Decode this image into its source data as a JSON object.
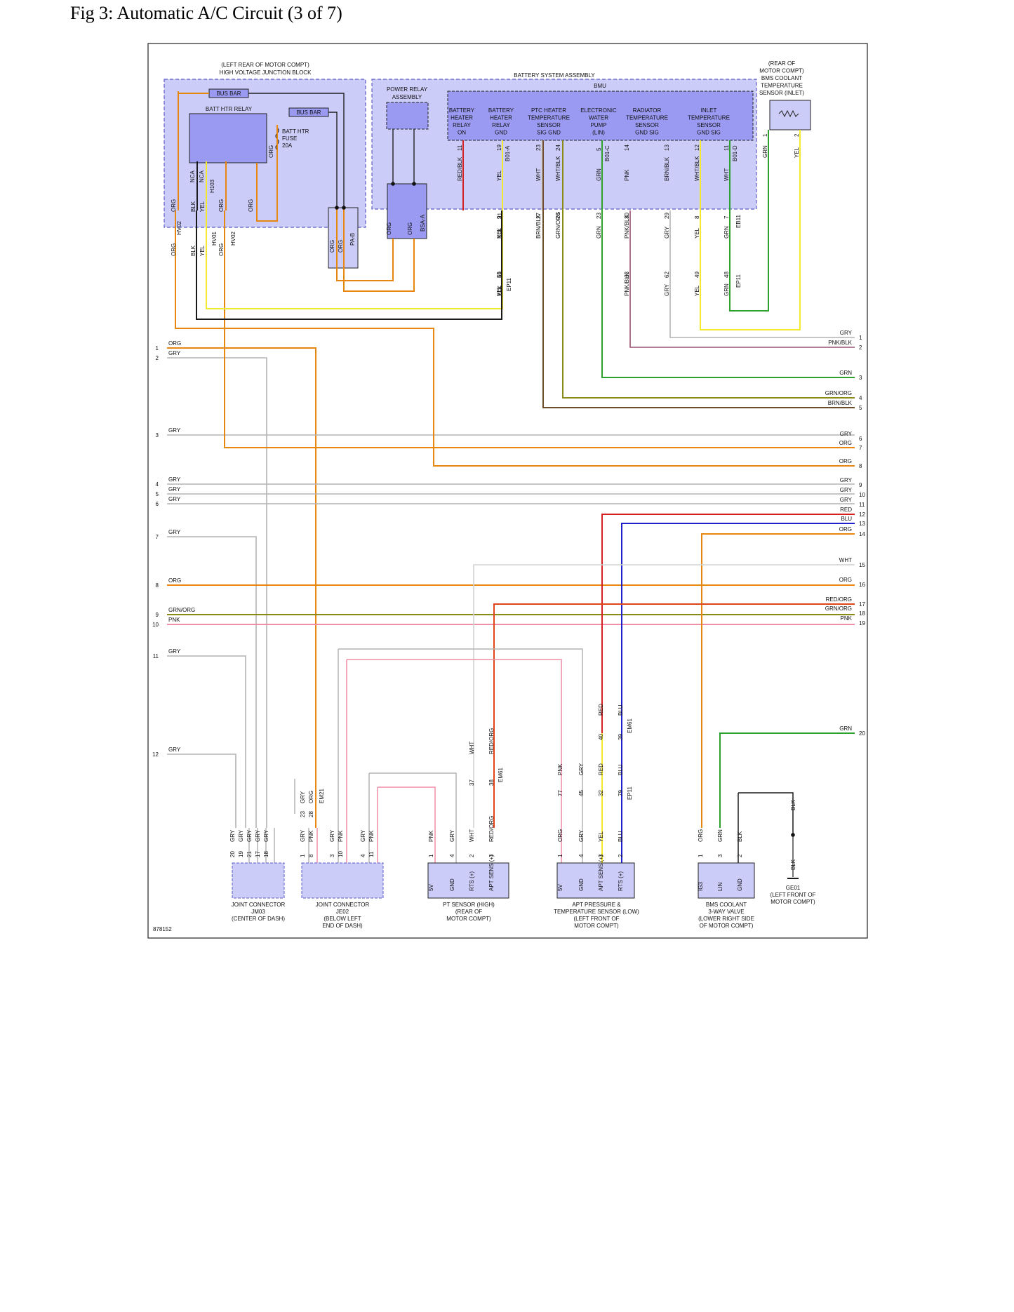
{
  "page": {
    "title": "Fig 3: Automatic A/C Circuit (3 of 7)",
    "figure_id": "878152"
  },
  "colors": {
    "ORG": "#e8870e",
    "GRY": "#b4b4b4",
    "YEL": "#f2ea2a",
    "BLK": "#1a1a1a",
    "GRN": "#2ea02e",
    "RED": "#d42020",
    "BLU": "#2020c8",
    "PNK": "#ef8ea6",
    "WHT": "#d2d2d2",
    "BRN": "#6b4d2c",
    "OLIVE": "#8a8a16",
    "box_fill": "#ccccf8",
    "box_border": "#5a5ac8",
    "comp_fill": "#9a9af2"
  },
  "labels": {
    "hv_junction": "(LEFT REAR OF MOTOR COMPT)",
    "hv_junction2": "HIGH VOLTAGE JUNCTION BLOCK",
    "bus_bar": "BUS BAR",
    "batt_htr_relay": "BATT HTR RELAY",
    "batt_htr_fuse1": "BATT HTR",
    "batt_htr_fuse2": "FUSE",
    "batt_htr_fuse3": "20A",
    "power_relay1": "POWER RELAY",
    "power_relay2": "ASSEMBLY",
    "battery_system": "BATTERY SYSTEM ASSEMBLY",
    "bmu": "BMU",
    "bms_sensor": [
      "(REAR OF",
      "MOTOR COMPT)",
      "BMS COOLANT",
      "TEMPERATURE",
      "SENSOR (INLET)"
    ],
    "jm03": [
      "JOINT CONNECTOR",
      "JM03",
      "(CENTER OF DASH)"
    ],
    "je02": [
      "JOINT CONNECTOR",
      "JE02",
      "(BELOW LEFT",
      "END OF DASH)"
    ],
    "pt_sensor": [
      "PT SENSOR (HIGH)",
      "(REAR OF",
      "MOTOR COMPT)"
    ],
    "apt_sensor": [
      "APT PRESSURE &",
      "TEMPERATURE SENSOR (LOW)",
      "(LEFT FRONT OF",
      "MOTOR COMPT)"
    ],
    "bms_valve": [
      "BMS COOLANT",
      "3-WAY VALVE",
      "(LOWER RIGHT SIDE",
      "OF MOTOR COMPT)"
    ],
    "ge01": [
      "GE01",
      "(LEFT FRONT OF",
      "MOTOR COMPT)"
    ]
  },
  "bmu_sections": [
    {
      "lines": [
        "BATTERY",
        "HEATER",
        "RELAY",
        "ON"
      ]
    },
    {
      "lines": [
        "BATTERY",
        "HEATER",
        "RELAY",
        "GND"
      ]
    },
    {
      "lines": [
        "PTC HEATER",
        "TEMPERATURE",
        "SENSOR",
        "SIG   GND"
      ]
    },
    {
      "lines": [
        "ELECTRONIC",
        "WATER",
        "PUMP",
        "(LIN)"
      ]
    },
    {
      "lines": [
        "RADIATOR",
        "TEMPERATURE",
        "SENSOR",
        "GND           SIG"
      ]
    },
    {
      "lines": [
        "INLET",
        "TEMPERATURE",
        "SENSOR",
        "GND      SIG"
      ]
    }
  ],
  "left_entries": [
    {
      "num": "1",
      "label": "ORG"
    },
    {
      "num": "2",
      "label": "GRY"
    },
    {
      "num": "3",
      "label": "GRY"
    },
    {
      "num": "4",
      "label": "GRY"
    },
    {
      "num": "5",
      "label": "GRY"
    },
    {
      "num": "6",
      "label": "GRY"
    },
    {
      "num": "7",
      "label": "GRY"
    },
    {
      "num": "8",
      "label": "ORG"
    },
    {
      "num": "9",
      "label": "GRN/ORG"
    },
    {
      "num": "10",
      "label": "PNK"
    },
    {
      "num": "11",
      "label": "GRY"
    },
    {
      "num": "12",
      "label": "GRY"
    }
  ],
  "right_entries": [
    {
      "num": "1",
      "label": "GRY"
    },
    {
      "num": "2",
      "label": "PNK/BLK"
    },
    {
      "num": "3",
      "label": "GRN"
    },
    {
      "num": "4",
      "label": "GRN/ORG"
    },
    {
      "num": "5",
      "label": "BRN/BLK"
    },
    {
      "num": "6",
      "label": "GRY"
    },
    {
      "num": "7",
      "label": "ORG"
    },
    {
      "num": "8",
      "label": "ORG"
    },
    {
      "num": "9",
      "label": "GRY"
    },
    {
      "num": "10",
      "label": "GRY"
    },
    {
      "num": "11",
      "label": "GRY"
    },
    {
      "num": "12",
      "label": "RED"
    },
    {
      "num": "13",
      "label": "BLU"
    },
    {
      "num": "14",
      "label": "ORG"
    },
    {
      "num": "15",
      "label": "WHT"
    },
    {
      "num": "16",
      "label": "ORG"
    },
    {
      "num": "17",
      "label": "RED/ORG"
    },
    {
      "num": "18",
      "label": "GRN/ORG"
    },
    {
      "num": "19",
      "label": "PNK"
    },
    {
      "num": "20",
      "label": "GRN"
    }
  ],
  "bmu_pins": [
    {
      "wire": "RED/BLK",
      "pin": "11",
      "conn": "",
      "mid_wire": "",
      "mid_pin": "",
      "low_wire": "",
      "low_pin": ""
    },
    {
      "wire": "YEL",
      "pin": "19",
      "conn": "B01-A",
      "mid_wire": "YEL",
      "mid_pin": "9",
      "low_wire": "YEL",
      "low_pin": "55"
    },
    {
      "wire": "WHT",
      "pin": "23",
      "conn": "",
      "mid_wire": "BRN/BLK",
      "mid_pin": "27",
      "low_wire": "",
      "low_pin": ""
    },
    {
      "wire": "WHT/BLK",
      "pin": "24",
      "conn": "",
      "mid_wire": "GRN/ORG",
      "mid_pin": "28",
      "low_wire": "",
      "low_pin": ""
    },
    {
      "wire": "GRN",
      "pin": "5",
      "conn": "B01-C",
      "mid_wire": "GRN",
      "mid_pin": "23",
      "low_wire": "",
      "low_pin": ""
    },
    {
      "wire": "PNK",
      "pin": "14",
      "conn": "",
      "mid_wire": "PNK/BLK",
      "mid_pin": "30",
      "low_wire": "PNK/BLK",
      "low_pin": "63"
    },
    {
      "wire": "BRN/BLK",
      "pin": "13",
      "conn": "",
      "mid_wire": "GRY",
      "mid_pin": "29",
      "low_wire": "GRY",
      "low_pin": "62"
    },
    {
      "wire": "WHT/BLK",
      "pin": "12",
      "conn": "",
      "mid_wire": "YEL",
      "mid_pin": "8",
      "low_wire": "YEL",
      "low_pin": "49"
    },
    {
      "wire": "WHT",
      "pin": "11",
      "conn": "B01-D",
      "mid_wire": "GRN",
      "mid_pin": "7",
      "low_wire": "GRN",
      "low_pin": "48"
    }
  ],
  "extra_pins": {
    "blk31": "BLK",
    "p31": "31",
    "blk69": "BLK",
    "p69": "69",
    "ep11": "EP11",
    "eb11": "EB11",
    "grn1": "GRN",
    "p1": "1",
    "yel2": "YEL",
    "p2": "2",
    "hv02": "HV02",
    "hv01": "HV01",
    "h103": "H103",
    "p_nca": "NCA",
    "blk": "BLK",
    "yel": "YEL",
    "org": "ORG",
    "pa_b": "PA-B",
    "bsa_a": "BSA-A",
    "em21": "EM21",
    "em61": "EM61",
    "ep11b": "EP11"
  },
  "bottom_pins": {
    "jm03": [
      {
        "w": "GRY",
        "p": "20"
      },
      {
        "w": "GRY",
        "p": "19"
      },
      {
        "w": "GRY",
        "p": "21"
      },
      {
        "w": "GRY",
        "p": "17"
      },
      {
        "w": "GRY",
        "p": "18"
      }
    ],
    "je02": [
      {
        "w": "GRY",
        "p": "1"
      },
      {
        "w": "PNK",
        "p": "8"
      },
      {
        "w": "GRY",
        "p": "3"
      },
      {
        "w": "PNK",
        "p": "10"
      },
      {
        "w": "GRY",
        "p": "4"
      },
      {
        "w": "PNK",
        "p": "11"
      }
    ],
    "je02_em21": [
      {
        "w": "GRY",
        "p": "23"
      },
      {
        "w": "ORG",
        "p": "28"
      }
    ],
    "pt": [
      {
        "w": "PNK",
        "p": "1",
        "f": "5V"
      },
      {
        "w": "GRY",
        "p": "4",
        "f": "GND"
      },
      {
        "w": "WHT",
        "p": "2",
        "f": "RTS (+)"
      },
      {
        "w": "RED/ORG",
        "p": "3",
        "f": "APT SENS (+)"
      }
    ],
    "pt_em61": [
      {
        "w": "WHT",
        "p": "37"
      },
      {
        "w": "RED/ORG",
        "p": "38"
      }
    ],
    "apt": [
      {
        "w": "ORG",
        "p": "1",
        "f": "5V"
      },
      {
        "w": "GRY",
        "p": "4",
        "f": "GND"
      },
      {
        "w": "YEL",
        "p": "3",
        "f": "APT SENS (+)"
      },
      {
        "w": "BLU",
        "p": "2",
        "f": "RTS (+)"
      }
    ],
    "apt_ep11": [
      {
        "w": "PNK",
        "p": "77"
      },
      {
        "w": "GRY",
        "p": "45"
      },
      {
        "w": "RED",
        "p": "32"
      },
      {
        "w": "BLU",
        "p": "79"
      }
    ],
    "apt_em61": [
      {
        "w": "RED",
        "p": "40"
      },
      {
        "w": "BLU",
        "p": "39"
      }
    ],
    "valve": [
      {
        "w": "ORG",
        "p": "1",
        "f": "IG3"
      },
      {
        "w": "GRN",
        "p": "3",
        "f": "LIN"
      },
      {
        "w": "BLK",
        "p": "2",
        "f": "GND"
      }
    ],
    "ground": [
      {
        "w": "BLK"
      },
      {
        "w": "BLK"
      }
    ]
  }
}
